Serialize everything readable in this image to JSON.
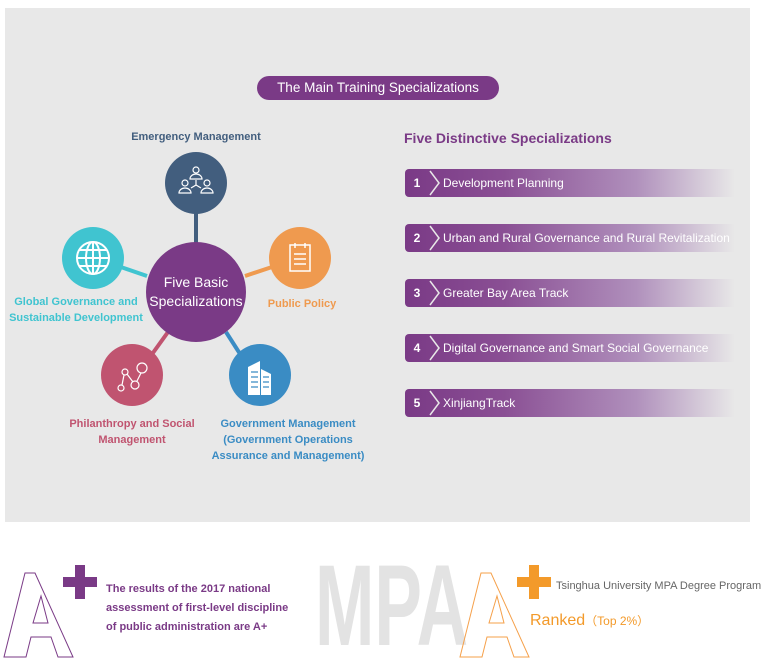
{
  "title": "The Main Training Specializations",
  "center": "Five Basic Specializations",
  "basic": [
    {
      "label": "Emergency Management",
      "color": "#425e7e",
      "icon": "people-network-icon"
    },
    {
      "label": "Public Policy",
      "color": "#ef9a4f",
      "icon": "clipboard-icon"
    },
    {
      "label": "Global Governance and Sustainable Development",
      "color": "#40c4d0",
      "icon": "globe-icon"
    },
    {
      "label": "Philanthropy and Social Management",
      "color": "#c05470",
      "icon": "nodes-icon"
    },
    {
      "label": "Government Management (Government Operations Assurance and Management)",
      "color": "#3a8cc4",
      "icon": "building-icon"
    }
  ],
  "distinctive_title": "Five Distinctive Specializations",
  "distinctive": [
    {
      "num": "1",
      "label": "Development Planning"
    },
    {
      "num": "2",
      "label": "Urban and Rural Governance and Rural Revitalization"
    },
    {
      "num": "3",
      "label": "Greater Bay Area Track"
    },
    {
      "num": "4",
      "label": "Digital Governance and Smart Social Governance"
    },
    {
      "num": "5",
      "label": "XinjiangTrack"
    }
  ],
  "footer": {
    "grade": "A+",
    "assessment": "The results of the 2017 national assessment of first-level discipline of public administration are A+",
    "mpa": "MPA",
    "program": "Tsinghua University MPA Degree Program",
    "ranked": "Ranked",
    "top": "（Top 2%）"
  }
}
